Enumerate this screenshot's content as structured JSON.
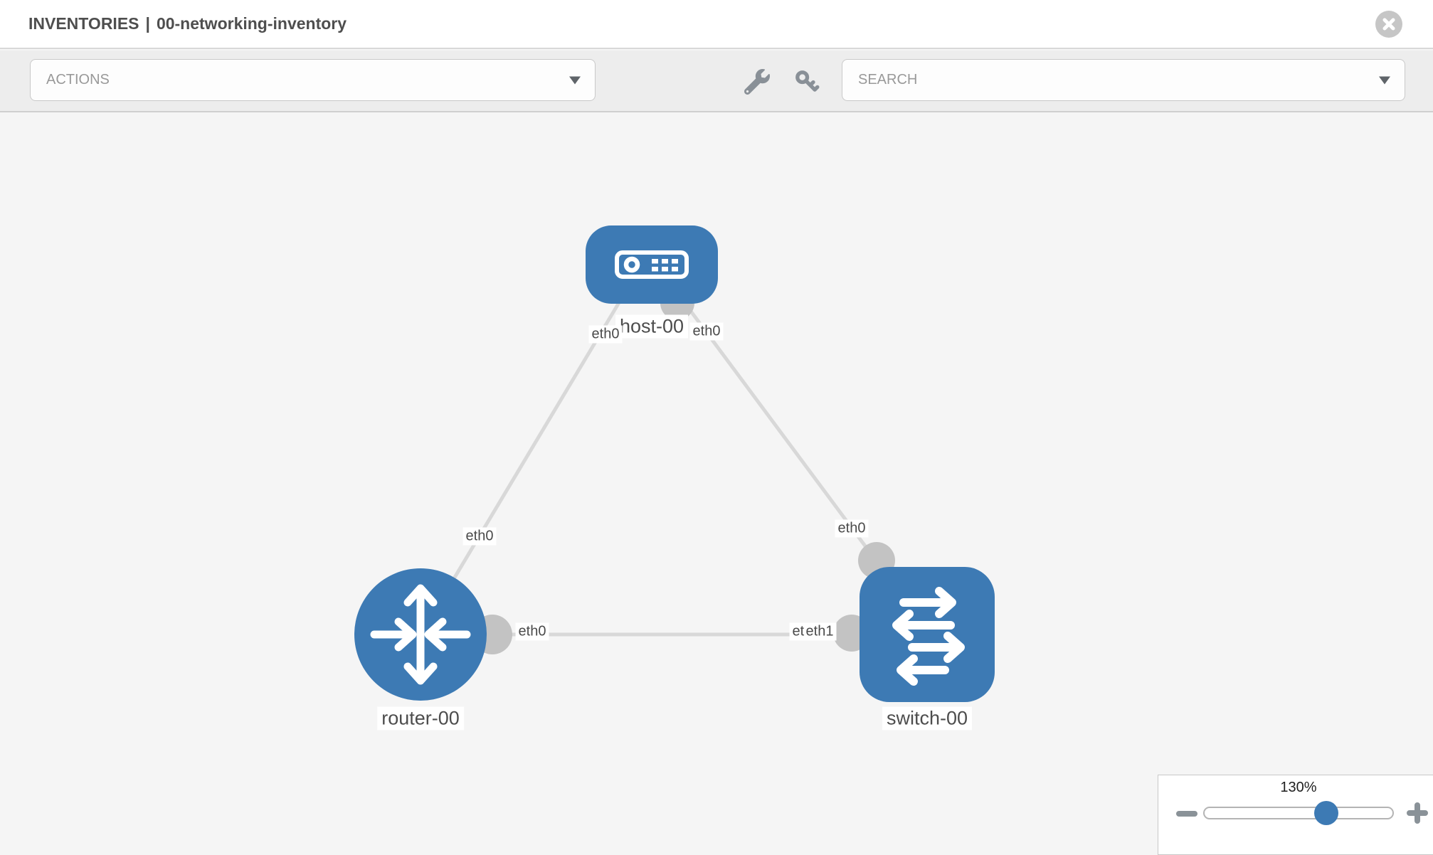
{
  "header": {
    "section": "INVENTORIES",
    "separator": "|",
    "inventory_name": "00-networking-inventory"
  },
  "toolbar": {
    "actions_placeholder": "ACTIONS",
    "search_placeholder": "SEARCH",
    "icons": [
      "wrench-icon",
      "key-icon"
    ]
  },
  "topology": {
    "nodes": [
      {
        "label": "host-00",
        "kind": "host",
        "shape": "rounded-rect"
      },
      {
        "label": "router-00",
        "kind": "router",
        "shape": "circle"
      },
      {
        "label": "switch-00",
        "kind": "switch",
        "shape": "rounded-square"
      }
    ],
    "links": [
      {
        "from": "host-00",
        "to": "router-00"
      },
      {
        "from": "host-00",
        "to": "switch-00"
      },
      {
        "from": "router-00",
        "to": "switch-00"
      }
    ],
    "interfaces": {
      "host_left": "eth0",
      "host_right": "eth0",
      "host_router_link": "eth0",
      "host_switch_link": "eth0",
      "router_switch_left": "eth0",
      "router_switch_overlap_back": "eth0",
      "router_switch_overlap_front": "eth1"
    }
  },
  "zoom_control": {
    "level": "130%"
  },
  "colors": {
    "node_blue": "#3d7ab4",
    "link_gray": "#d8d8d8",
    "port_gray": "#c3c3c3",
    "toolbar_bg": "#ededed",
    "canvas_bg": "#f5f5f5"
  }
}
